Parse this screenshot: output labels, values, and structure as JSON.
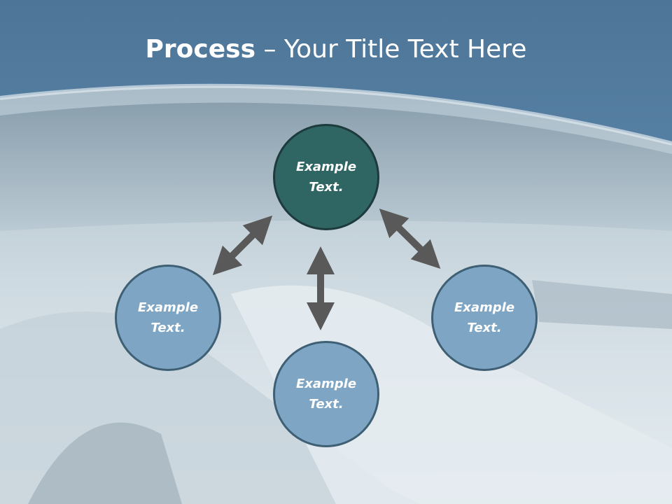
{
  "slide": {
    "title_bold": "Process",
    "title_rest": " – Your Title Text Here"
  },
  "nodes": [
    {
      "label": "Example\nText.",
      "role": "center"
    },
    {
      "label": "Example\nText.",
      "role": "left"
    },
    {
      "label": "Example\nText.",
      "role": "right"
    },
    {
      "label": "Example\nText.",
      "role": "bottom"
    }
  ],
  "colors": {
    "header_blue": "#5b86ad",
    "center_node": "#2f6563",
    "outer_node": "#7ea6c4",
    "arrow": "#595959"
  }
}
